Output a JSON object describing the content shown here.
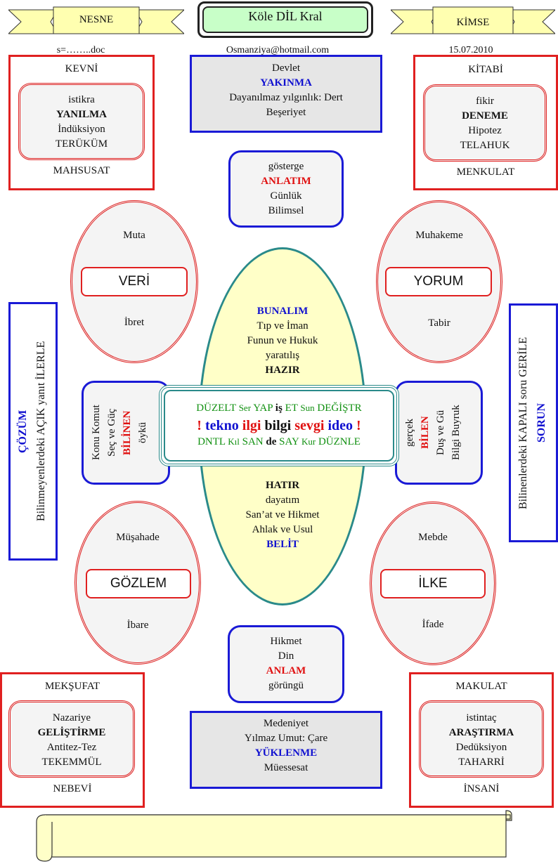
{
  "header": {
    "left_banner": "NESNE",
    "title": "Köle DİL Kral",
    "right_banner": "KİMSE",
    "left_sub": "s=……..doc",
    "email": "Osmanziya@hotmail.com",
    "date": "15.07.2010"
  },
  "top_left": {
    "top": "KEVNİ",
    "lines": [
      "istikra",
      "YANILMA",
      "İndüksiyon",
      "TERÜKÜM"
    ],
    "bottom": "MAHSUSAT"
  },
  "top_center": {
    "lines": [
      "Devlet",
      "YAKINMA",
      "Dayanılmaz yılgınlık: Dert",
      "Beşeriyet"
    ]
  },
  "top_right": {
    "top": "KİTABİ",
    "lines": [
      "fikir",
      "DENEME",
      "Hipotez",
      "TELAHUK"
    ],
    "bottom": "MENKULAT"
  },
  "upper_mid": {
    "lines": [
      "gösterge",
      "ANLATIM",
      "Günlük",
      "Bilimsel"
    ]
  },
  "oval_ul": {
    "top": "Muta",
    "center": "VERİ",
    "bottom": "İbret"
  },
  "oval_ur": {
    "top": "Muhakeme",
    "center": "YORUM",
    "bottom": "Tabir"
  },
  "oval_ll": {
    "top": "Müşahade",
    "center": "GÖZLEM",
    "bottom": "İbare"
  },
  "oval_lr": {
    "top": "Mebde",
    "center": "İLKE",
    "bottom": "İfade"
  },
  "big_oval_top": [
    "BUNALIM",
    "Tıp ve İman",
    "Funun ve Hukuk",
    "yaratılış",
    "HAZIR"
  ],
  "big_oval_bottom": [
    "HATIR",
    "dayatım",
    "San’at ve Hikmet",
    "Ahlak ve Usul",
    "BELİT"
  ],
  "center_box": {
    "line1": [
      "DÜZELT",
      "Ser",
      "YAP",
      "iş",
      "ET",
      "Sun",
      "DEĞİŞTR"
    ],
    "line2": [
      "!",
      "tekno",
      "ilgi",
      "bilgi",
      "sevgi",
      "ideo",
      "!"
    ],
    "line3": [
      "DNTL",
      "Kıl",
      "SAN",
      "de",
      "SAY",
      "Kur",
      "DÜZNLE"
    ]
  },
  "left_mid": {
    "col1": "Konu Komut",
    "col2": "Seç ve Güç",
    "col3": "BİLİNEN",
    "col4": "öykü"
  },
  "right_mid": {
    "col1": "gerçek",
    "col2": "BİLEN",
    "col3": "Duş ve Gü",
    "col4": "Bilgi Buyruk"
  },
  "left_side": {
    "title": "ÇÖZÜM",
    "text": "Bilinmeyenlerdeki AÇIK yanıt İLERLE"
  },
  "right_side": {
    "title": "SORUN",
    "text": "Bilinenlerdeki KAPALI soru GERİLE"
  },
  "lower_mid": {
    "lines": [
      "Hikmet",
      "Din",
      "ANLAM",
      "görüngü"
    ]
  },
  "bottom_left": {
    "top": "MEKŞUFAT",
    "lines": [
      "Nazariye",
      "GELİŞTİRME",
      "Antitez-Tez",
      "TEKEMMÜL"
    ],
    "bottom": "NEBEVİ"
  },
  "bottom_center": {
    "lines": [
      "Medeniyet",
      "Yılmaz Umut: Çare",
      "YÜKLENME",
      "Müessesat"
    ]
  },
  "bottom_right": {
    "top": "MAKULAT",
    "lines": [
      "istintaç",
      "ARAŞTIRMA",
      "Dedüksiyon",
      "TAHARRİ"
    ],
    "bottom": "İNSANİ"
  },
  "colors": {
    "red": "#e01010",
    "blue": "#1010d0",
    "green": "#109010",
    "teal": "#2a8a8a",
    "yellow": "#ffffc8",
    "title_green": "#c8ffc8"
  }
}
